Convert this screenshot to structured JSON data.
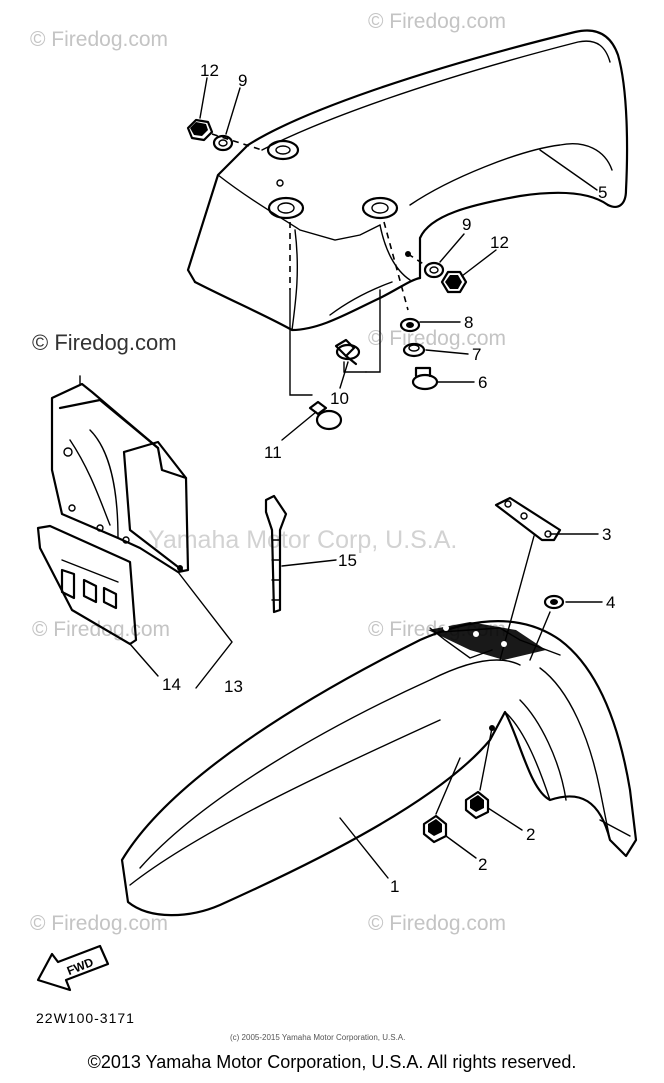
{
  "watermarks": {
    "top_left": "© Firedog.com",
    "top_right": "© Firedog.com",
    "mid_left": "© Firedog.com",
    "mid_right": "© Firedog.com",
    "lower_left": "© Firedog.com",
    "lower_right": "© Firedog.com",
    "bottom_left": "© Firedog.com",
    "bottom_right": "© Firedog.com",
    "center": "Yamaha Motor Corp, U.S.A."
  },
  "callouts": {
    "p1": "1",
    "p2a": "2",
    "p2b": "2",
    "p3": "3",
    "p4": "4",
    "p5": "5",
    "p6": "6",
    "p7": "7",
    "p8": "8",
    "p9a": "9",
    "p9b": "9",
    "p10": "10",
    "p11": "11",
    "p12a": "12",
    "p12b": "12",
    "p13": "13",
    "p14": "14",
    "p15": "15"
  },
  "fwd_label": "FWD",
  "diagram_code": "22W100-3171",
  "small_copyright": "(c) 2005-2015 Yamaha Motor Corporation, U.S.A.",
  "footer": "©2013 Yamaha Motor Corporation, U.S.A. All rights reserved."
}
